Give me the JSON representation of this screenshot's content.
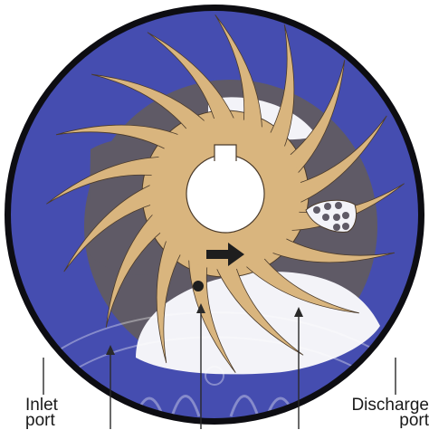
{
  "colors": {
    "housing": "#454db0",
    "housing_dark": "#3b429e",
    "rim": "#0d0d12",
    "impeller": "#d9b57e",
    "impeller_edge": "#4a3a2a",
    "liquid_ring": "#f3f3f8",
    "shadow": "#5f5a66",
    "arrow": "#1e1e1e",
    "watermark": "#8f92c4",
    "leader": "#2a2a2a"
  },
  "labels": {
    "inlet": "Inlet\nport",
    "discharge": "Discharge\nport"
  },
  "impeller": {
    "blade_count": 16,
    "rotation": "clockwise"
  },
  "icons": {
    "rotation_arrow": "arrow-right-icon",
    "watermark": "seal-watermark-icon"
  }
}
